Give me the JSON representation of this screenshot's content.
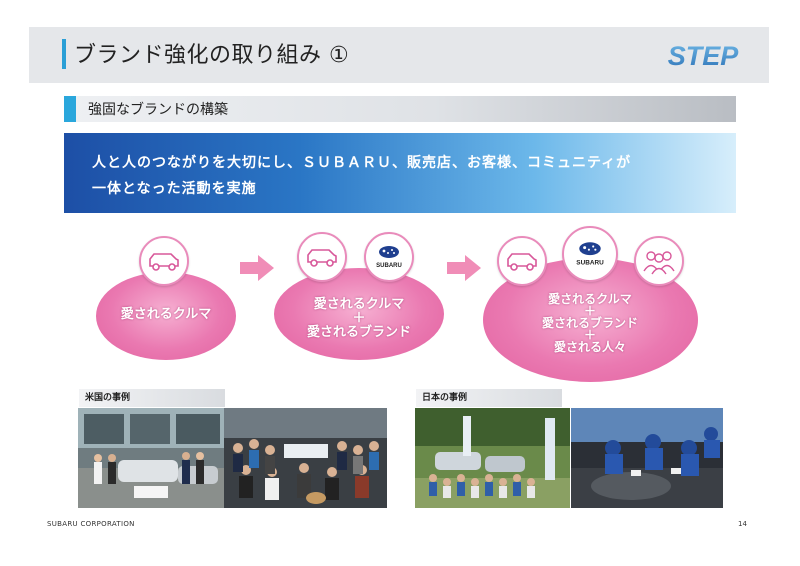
{
  "header": {
    "title": "ブランド強化の取り組み ①",
    "logo_text": "STEP"
  },
  "section": {
    "title": "強固なブランドの構築"
  },
  "message": {
    "line1": "人と人のつながりを大切にし、ＳＵＢＡＲＵ、販売店、お客様、コミュニティが",
    "line2": "一体となった活動を実施"
  },
  "stages": [
    {
      "text": "愛されるクルマ"
    },
    {
      "line1": "愛されるクルマ",
      "plus1": "＋",
      "line2": "愛されるブランド"
    },
    {
      "line1": "愛されるクルマ",
      "plus1": "＋",
      "line2": "愛されるブランド",
      "plus2": "＋",
      "line3": "愛される人々"
    }
  ],
  "icons": {
    "brand_badge": "SUBARU"
  },
  "cases": {
    "us_label": "米国の事例",
    "jp_label": "日本の事例"
  },
  "footer": {
    "company": "SUBARU CORPORATION",
    "page": "14"
  },
  "colors": {
    "accent_blue": "#2aa7dc",
    "blob_pink": "#ea79b1",
    "arrow_pink": "#f08db7"
  }
}
